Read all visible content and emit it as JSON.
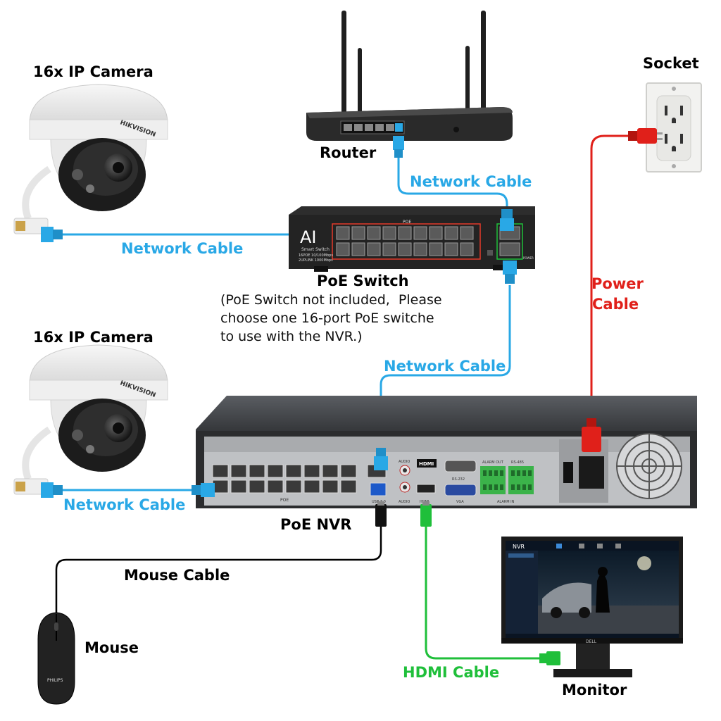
{
  "labels": {
    "camera_top": "16x IP Camera",
    "camera_bottom": "16x IP Camera",
    "router": "Router",
    "socket": "Socket",
    "poe_switch": "PoE Switch",
    "poe_switch_note": "(PoE Switch not included,  Please\nchoose one 16-port PoE switche\nto use with the NVR.)",
    "nvr": "PoE NVR",
    "mouse": "Mouse",
    "monitor": "Monitor"
  },
  "cables": {
    "router_switch": "Network Cable",
    "camera_switch": "Network Cable",
    "switch_nvr": "Network Cable",
    "camera_nvr": "Network Cable",
    "power_line1": "Power",
    "power_line2": "Cable",
    "mouse": "Mouse Cable",
    "hdmi": "HDMI Cable"
  },
  "device_text": {
    "camera_brand": "HIKVISION",
    "switch_badge": "AI",
    "switch_line1": "Smart Switch",
    "switch_line2": "16POE 10/100Mbps",
    "switch_line3": "2UPLINK 1000Mbps",
    "switch_poe": "POE",
    "switch_power": "POWER",
    "nvr_poe": "POE",
    "nvr_usb": "USB 3.0",
    "nvr_audio_top": "AUDIO",
    "nvr_audio_bottom": "AUDIO",
    "nvr_hdmi_logo": "HDMI",
    "nvr_hdmi": "HDMI",
    "nvr_vga": "VGA",
    "nvr_rs232": "RS-232",
    "nvr_alarm_out": "ALARM OUT",
    "nvr_alarm_in": "ALARM IN",
    "nvr_rs485": "RS-485",
    "monitor_title": "NVR",
    "monitor_brand": "DELL",
    "mouse_brand": "PHILIPS"
  },
  "colors": {
    "network_cable": "#29a8e6",
    "power_cable": "#e0201a",
    "hdmi_cable": "#1fbf3a",
    "mouse_cable": "#000000"
  }
}
